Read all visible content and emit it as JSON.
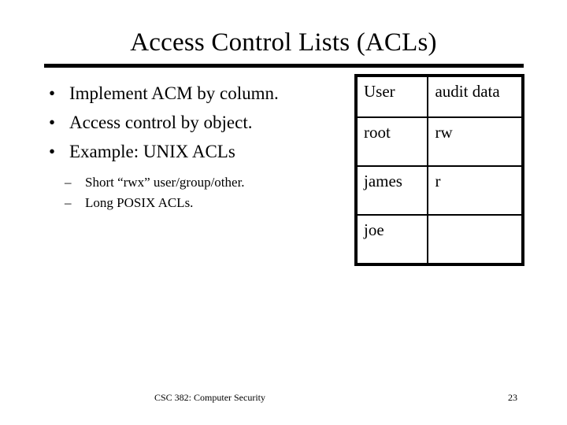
{
  "slide": {
    "title": "Access Control Lists (ACLs)",
    "bullets": [
      {
        "marker": "•",
        "text": "Implement ACM by column."
      },
      {
        "marker": "•",
        "text": "Access control by object."
      },
      {
        "marker": "•",
        "text": "Example: UNIX ACLs"
      }
    ],
    "sub_bullets": [
      {
        "marker": "–",
        "text": "Short “rwx” user/group/other."
      },
      {
        "marker": "–",
        "text": "Long POSIX ACLs."
      }
    ]
  },
  "acl_table": {
    "columns": [
      "User",
      "audit data"
    ],
    "rows": [
      {
        "user": "root",
        "rights": "rw"
      },
      {
        "user": "james",
        "rights": "r"
      },
      {
        "user": "joe",
        "rights": ""
      }
    ]
  },
  "footer": {
    "course": "CSC 382: Computer Security",
    "page_number": "23"
  },
  "colors": {
    "background": "#ffffff",
    "text": "#000000",
    "rule": "#000000",
    "table_border": "#000000"
  }
}
